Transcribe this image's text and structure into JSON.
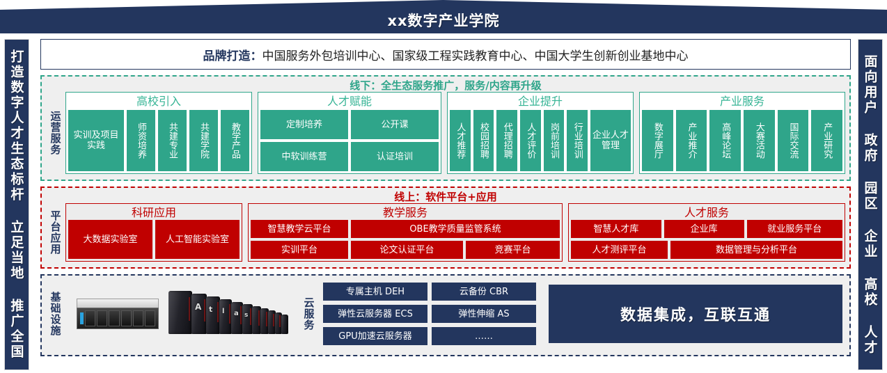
{
  "header": {
    "title": "xx数字产业学院"
  },
  "rails": {
    "left": "打造数字人才生态标杆 立足当地 推广全国",
    "right": "面向用户 政府 园区 企业 高校 人才"
  },
  "brand": {
    "label": "品牌打造：",
    "text": "中国服务外包培训中心、国家级工程实践教育中心、中国大学生创新创业基地中心"
  },
  "offline": {
    "title": "线下：全生态服务推广，服务/内容再升级",
    "side_label": "运营服务",
    "panels": [
      {
        "head": "高校引入",
        "items": [
          "实训及项目实践",
          "师资培养",
          "共建专业",
          "共建学院",
          "教学产品"
        ]
      },
      {
        "head": "人才赋能",
        "items": [
          "定制培养",
          "公开课",
          "中软训练营",
          "认证培训"
        ]
      },
      {
        "head": "企业提升",
        "items": [
          "人才推荐",
          "校园招聘",
          "代理招聘",
          "人才评价",
          "岗前培训",
          "行业培训",
          "企业人才管理"
        ]
      },
      {
        "head": "产业服务",
        "items": [
          "数字展厅",
          "产业推介",
          "高峰论坛",
          "大赛活动",
          "国际交流",
          "产业研究"
        ]
      }
    ]
  },
  "online": {
    "title": "线上：软件平台+应用",
    "side_label": "平台应用",
    "panels": [
      {
        "head": "科研应用",
        "row1": [
          "大数据实验室",
          "人工智能实验室"
        ],
        "row2": []
      },
      {
        "head": "教学服务",
        "row1": [
          "智慧教学云平台",
          "OBE教学质量监管系统"
        ],
        "row2": [
          "实训平台",
          "论文认证平台",
          "竞赛平台"
        ]
      },
      {
        "head": "人才服务",
        "row1": [
          "智慧人才库",
          "企业库",
          "就业服务平台"
        ],
        "row2": [
          "人才测评平台",
          "数据管理与分析平台"
        ]
      }
    ]
  },
  "infra": {
    "side_label": "基础设施",
    "cloud_label": "云服务",
    "cloud_items": [
      "专属主机 DEH",
      "云备份 CBR",
      "弹性云服务器 ECS",
      "弹性伸缩 AS",
      "GPU加速云服务器",
      "……"
    ],
    "rack_text": "Atlas",
    "data_band": "数据集成，互联互通"
  },
  "colors": {
    "navy": "#23365e",
    "green": "#2fa58a",
    "red": "#c00000",
    "panel_gray": "#efefef"
  }
}
